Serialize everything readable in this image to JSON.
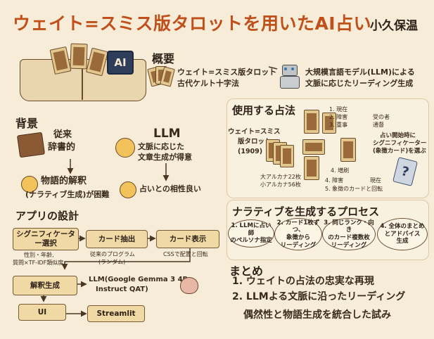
{
  "header": {
    "title": "ウェイト=スミス版タロットを用いたAI占い",
    "author": "小久保温"
  },
  "overview": {
    "heading": "概要",
    "book_badge": "AI",
    "item1": {
      "line1": "ウェイト=スミス版タロット",
      "line2": "古代ケルト十字法"
    },
    "item2": {
      "line1": "大規模言語モデル(LLM)による",
      "line2": "文脈に応じたリーディング生成"
    }
  },
  "background": {
    "heading": "背景",
    "traditional": {
      "line1": "従来",
      "line2": "辞書的"
    },
    "narrative": {
      "line1": "物語的解釈",
      "line2": "(ナラティブ生成)が困難"
    },
    "llm": {
      "title": "LLM",
      "line1": "文脈に応じた",
      "line2": "文章生成が得意"
    },
    "compat": "占いとの相性良い"
  },
  "method": {
    "heading": "使用する占法",
    "deck": {
      "line1": "ウェイト=スミス",
      "line2": "版タロット",
      "line3": "(1909)",
      "count1": "大アルカナ22枚",
      "count2": "小アルカナ56枚"
    },
    "positions": {
      "p1": "1. 現在",
      "p2": "2. 障害",
      "p2_result": "受の者",
      "p3": "3. 重事",
      "p3_result": "通督",
      "p4": "4. 増刷",
      "p5": "4. 障害",
      "p5_result": "現在",
      "p6": "5. 象徴のカードと回転"
    },
    "significator": {
      "line1": "占い開始時に",
      "line2": "シグニフィケーター",
      "line3": "(象徴カード)を選ぶ"
    }
  },
  "app": {
    "heading": "アプリの設計",
    "sig_box": "シグニフィケーター選択",
    "sig_note1": "性別・年齢,",
    "sig_note2": "質問×TF-IDF類似度",
    "draw_box": "カード抽出",
    "draw_note1": "従来のプログラム",
    "draw_note2": "(ランダム)",
    "show_box": "カード表示",
    "show_note": "CSSで配置と回転",
    "gen_box": "解釈生成",
    "llm_label1": "LLM(Google Gemma 3 4B",
    "llm_label2": "Instruct QAT)",
    "ui_box": "UI",
    "streamlit_box": "Streamlit"
  },
  "process": {
    "heading": "ナラティブを生成するプロセス",
    "steps": [
      {
        "line1": "1. LLMに占い師",
        "line2": "のペルソナ指定",
        "line3": ""
      },
      {
        "line1": "2. カード1枚ずつ、",
        "line2": "象徴から",
        "line3": "リーディング"
      },
      {
        "line1": "3. 同じランク・向き",
        "line2": "のカード複数枚",
        "line3": "リーディング"
      },
      {
        "line1": "4. 全体のまとめ",
        "line2": "とアドバイス",
        "line3": "生成"
      }
    ]
  },
  "summary": {
    "heading": "まとめ",
    "point1": "1. ウェイトの占法の忠実な再現",
    "point2": "2. LLMよる文脈に沿ったリーディング",
    "closing": "偶然性と物語生成を統合した試み"
  },
  "colors": {
    "title": "#c0501b",
    "box": "#f1d9a6",
    "underline": "#d9893a",
    "background": "#f6ecd8"
  }
}
